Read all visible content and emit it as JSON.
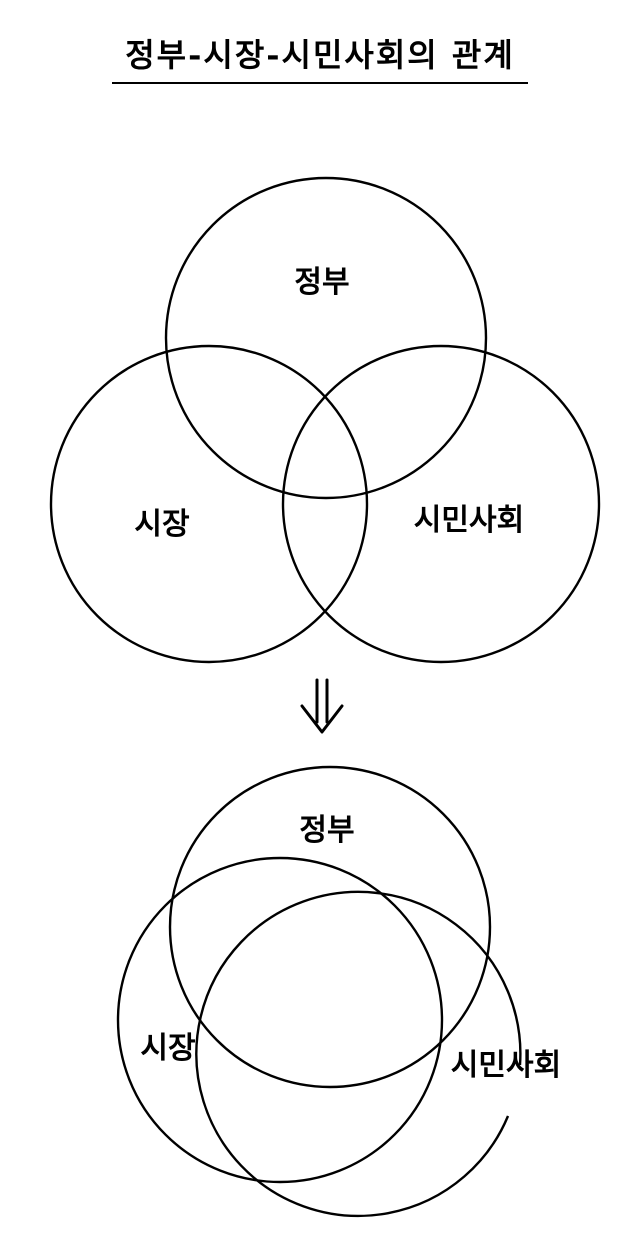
{
  "title": "정부-시장-시민사회의 관계",
  "diagrams": [
    {
      "labels": {
        "government": "정부",
        "market": "시장",
        "civil_society": "시민사회"
      }
    },
    {
      "labels": {
        "government": "정부",
        "market": "시장",
        "civil_society": "시민사회"
      }
    }
  ],
  "transition_arrow": "⇓"
}
